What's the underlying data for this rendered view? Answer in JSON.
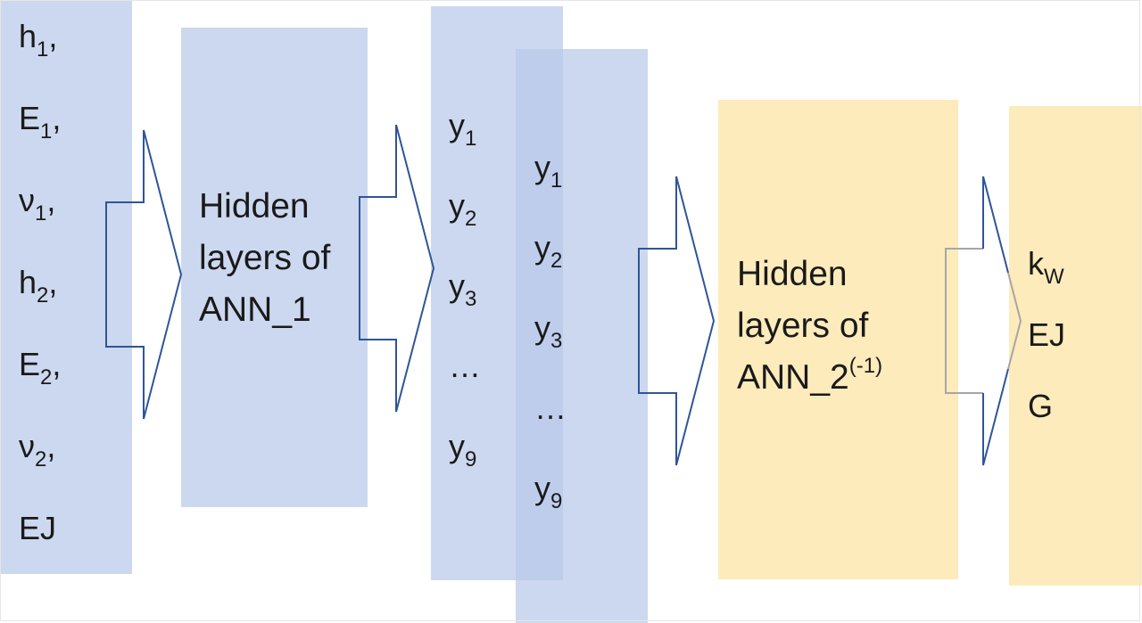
{
  "colors": {
    "blue_panel": "#B8C9E9",
    "yellow_panel": "#FDE8AF",
    "arrow_outline": "#2F5597",
    "arrow_outline_light": "#A6A6A6"
  },
  "input_column": {
    "items": [
      {
        "base": "h",
        "sub": "1",
        "tail": ","
      },
      {
        "base": "E",
        "sub": "1",
        "tail": ","
      },
      {
        "base": "ν",
        "sub": "1",
        "tail": ","
      },
      {
        "base": "h",
        "sub": "2",
        "tail": ","
      },
      {
        "base": "E",
        "sub": "2",
        "tail": ","
      },
      {
        "base": "ν",
        "sub": "2",
        "tail": ","
      },
      {
        "base": "EJ",
        "sub": "",
        "tail": ""
      }
    ]
  },
  "ann1": {
    "line1": "Hidden",
    "line2": "layers of",
    "line3": "ANN_1"
  },
  "y_column_1": {
    "items": [
      {
        "base": "y",
        "sub": "1"
      },
      {
        "base": "y",
        "sub": "2"
      },
      {
        "base": "y",
        "sub": "3"
      },
      {
        "base": "…",
        "sub": ""
      },
      {
        "base": "y",
        "sub": "9"
      }
    ]
  },
  "y_column_2": {
    "items": [
      {
        "base": "y",
        "sub": "1"
      },
      {
        "base": "y",
        "sub": "2"
      },
      {
        "base": "y",
        "sub": "3"
      },
      {
        "base": "…",
        "sub": ""
      },
      {
        "base": "y",
        "sub": "9"
      }
    ]
  },
  "ann2": {
    "line1": "Hidden",
    "line2": "layers of",
    "line3": "ANN_2",
    "sup": "(-1)"
  },
  "output_column": {
    "items": [
      {
        "base": "k",
        "sub": "W"
      },
      {
        "base": "EJ",
        "sub": ""
      },
      {
        "base": "G",
        "sub": ""
      }
    ]
  }
}
